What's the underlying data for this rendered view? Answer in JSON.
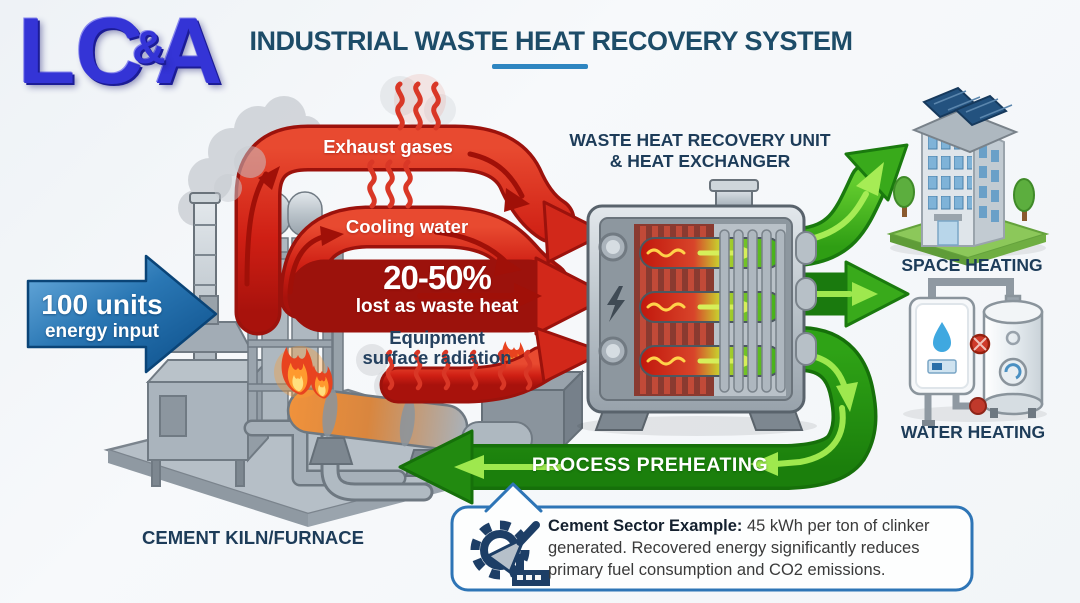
{
  "logo": {
    "left": "LC",
    "amp": "&",
    "right": "A"
  },
  "header": {
    "title": "INDUSTRIAL WASTE HEAT RECOVERY SYSTEM"
  },
  "energy_input": {
    "value": "100 units",
    "label": "energy input"
  },
  "source_label": "CEMENT KILN/FURNACE",
  "waste_streams": {
    "exhaust_gases": "Exhaust gases",
    "cooling_water": "Cooling water",
    "loss_percent": "20-50%",
    "loss_caption": "lost as waste heat",
    "radiation_line1": "Equipment",
    "radiation_line2": "surface radiation"
  },
  "recovery_unit": {
    "title_line1": "WASTE HEAT RECOVERY UNIT",
    "title_line2": "& HEAT EXCHANGER"
  },
  "outputs": {
    "space_heating": "SPACE HEATING",
    "water_heating": "WATER HEATING",
    "process_preheating": "PROCESS PREHEATING"
  },
  "callout": {
    "lead": "Cement Sector Example:",
    "body": "45 kWh per ton of clinker generated. Recovered energy significantly reduces primary fuel consumption and CO2 emissions."
  },
  "palette": {
    "title_navy": "#1d4c68",
    "label_navy": "#1d3c59",
    "accent_underline": "#2e86c1",
    "waste_red": "#d2281a",
    "recovery_green": "#2f9e14",
    "input_blue": "#1261a0",
    "logo_blue": "#3434d6",
    "callout_border": "#2e75b6",
    "background": "#f3f6f8"
  }
}
